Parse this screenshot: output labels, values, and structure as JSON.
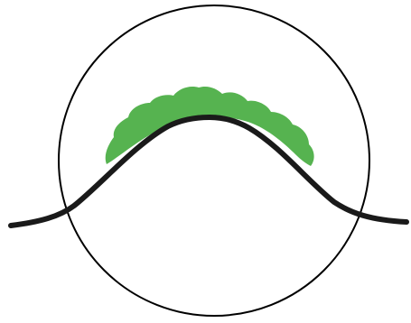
{
  "diagram": {
    "colors": {
      "background": "#ffffff",
      "outline": "#000000",
      "curve": "#1a1a1a",
      "vegetation": "#56b350"
    },
    "elements": {
      "circle": "boundary-circle",
      "curve": "wave-curve",
      "cap": "green-cap"
    }
  }
}
